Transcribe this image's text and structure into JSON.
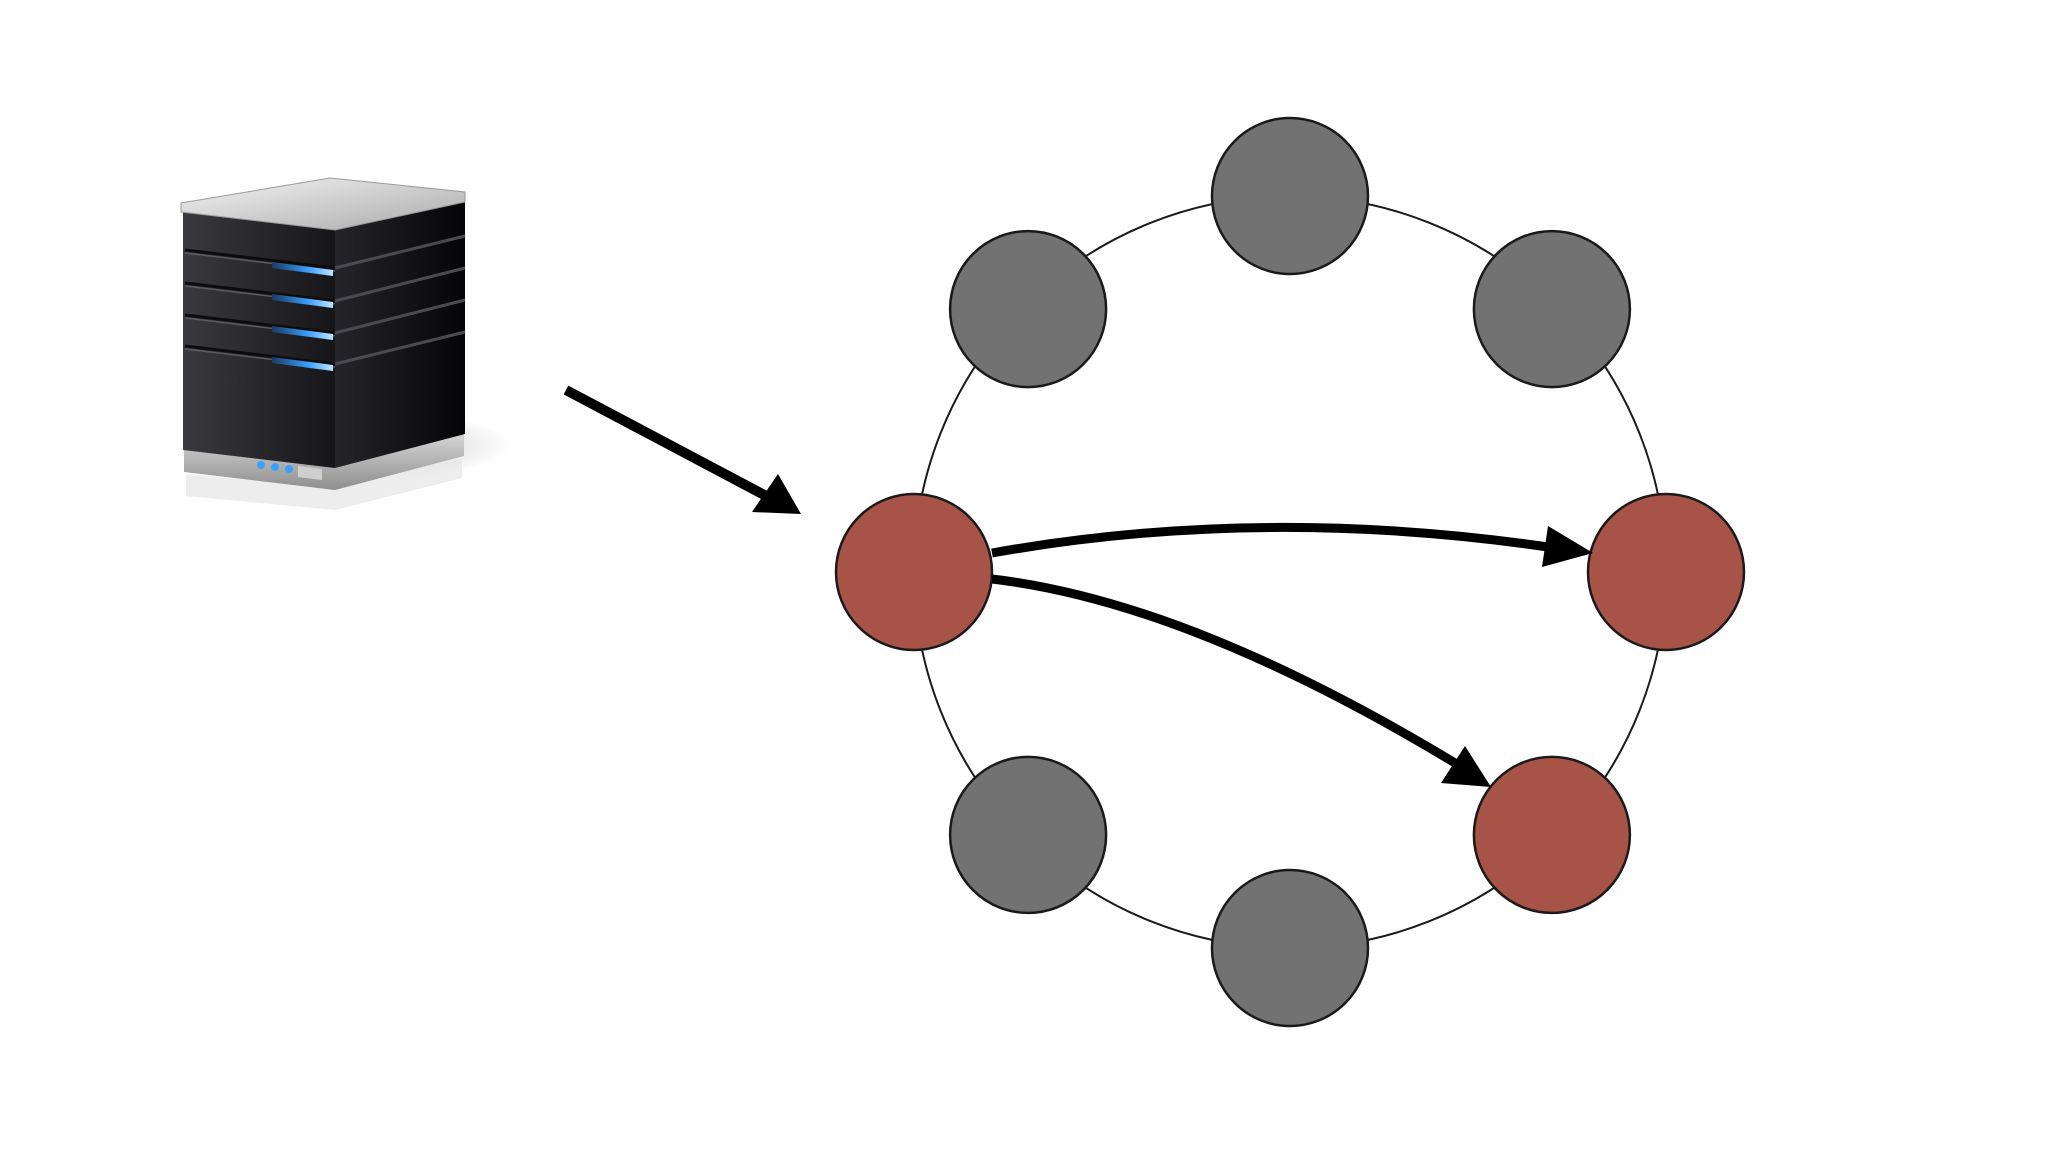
{
  "diagram": {
    "background": "#fefefe",
    "client": {
      "kind": "server",
      "icon": "server-icon"
    },
    "ring": {
      "stroke": "#1a1a1a",
      "node_fill_idle": "#737273",
      "node_fill_active": "#a75347",
      "node_stroke": "#1a1a1a",
      "nodes": [
        {
          "id": "node-top",
          "state": "idle"
        },
        {
          "id": "node-top-right",
          "state": "idle"
        },
        {
          "id": "node-right",
          "state": "active"
        },
        {
          "id": "node-bottom-right",
          "state": "active"
        },
        {
          "id": "node-bottom",
          "state": "idle"
        },
        {
          "id": "node-bottom-left",
          "state": "idle"
        },
        {
          "id": "node-left",
          "state": "active"
        },
        {
          "id": "node-top-left",
          "state": "idle"
        }
      ]
    },
    "arrows": [
      {
        "from": "client",
        "to": "node-left"
      },
      {
        "from": "node-left",
        "to": "node-right"
      },
      {
        "from": "node-left",
        "to": "node-bottom-right"
      }
    ],
    "arrow_color": "#000000"
  }
}
